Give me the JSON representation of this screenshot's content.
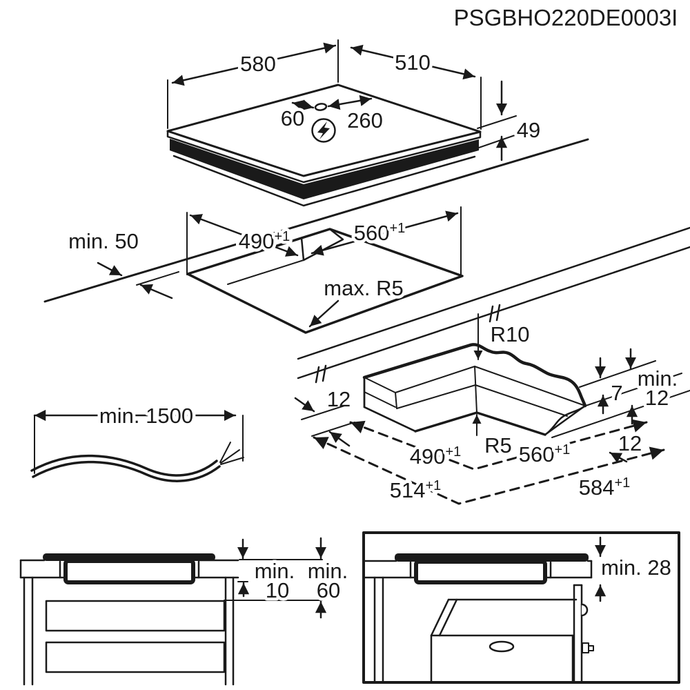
{
  "title": "PSGBHO220DE0003I",
  "hob": {
    "width": "580",
    "depth": "510",
    "cable_offset_left": "60",
    "cable_offset_right": "260",
    "height": "49",
    "power_icon": "lightning-in-circle"
  },
  "cutout": {
    "clearance_front": "min. 50",
    "width": "490",
    "width_tol": "+1",
    "depth": "560",
    "depth_tol": "+1",
    "corner_radius": "max. R5"
  },
  "corner": {
    "top_radius": "R10",
    "bottom_radius": "R5",
    "overhang_left": "12",
    "glass_thickness": "7",
    "min_label": "min.",
    "clearance_below": "12",
    "overhang_right": "12",
    "cutout_width": "490",
    "cutout_width_tol": "+1",
    "cutout_depth": "560",
    "cutout_depth_tol": "+1",
    "overall_width": "514",
    "overall_width_tol": "+1",
    "overall_depth": "584",
    "overall_depth_tol": "+1"
  },
  "cable": {
    "length": "min. 1500"
  },
  "section_left": {
    "min1": "min.",
    "gap_hob": "10",
    "min2": "min.",
    "gap_shelf": "60"
  },
  "section_right": {
    "clearance_oven": "min. 28"
  }
}
